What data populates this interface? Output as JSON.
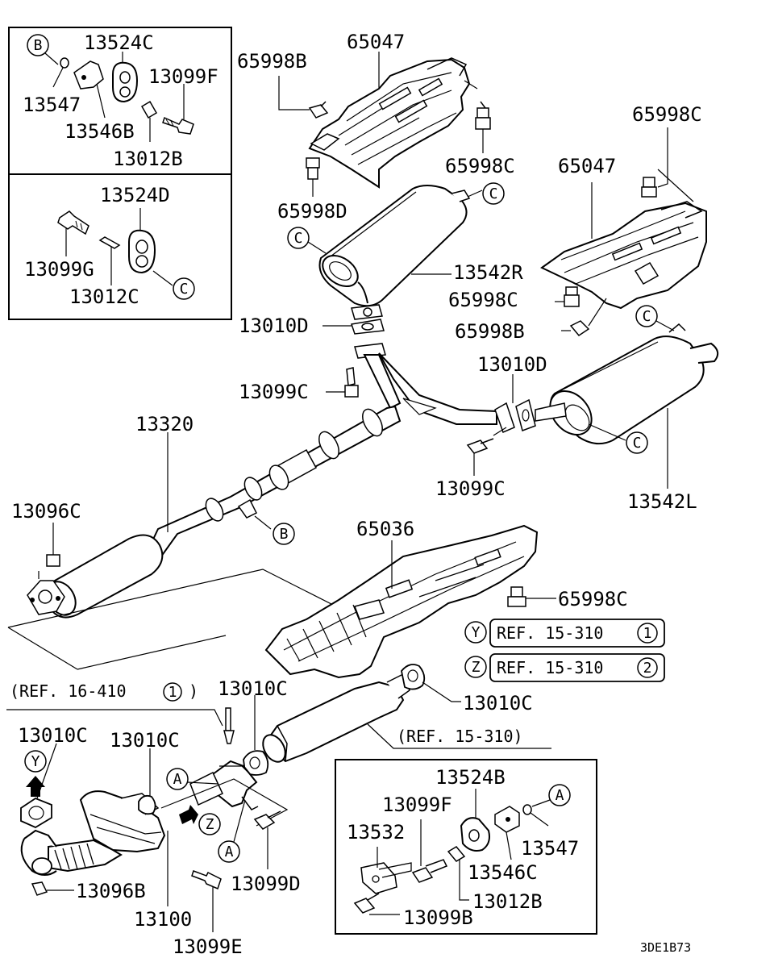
{
  "labels": {
    "box1_13524C": "13524C",
    "box1_13547": "13547",
    "box1_13099F": "13099F",
    "box1_13546B": "13546B",
    "box1_13012B": "13012B",
    "box2_13524D": "13524D",
    "box2_13099G": "13099G",
    "box2_13012C": "13012C",
    "l_65998B_top": "65998B",
    "l_65047_top": "65047",
    "l_65998C_topmid": "65998C",
    "l_65998D": "65998D",
    "l_65998C_topright": "65998C",
    "l_65047_right": "65047",
    "l_13542R": "13542R",
    "l_65998C_mid": "65998C",
    "l_65998B_mid": "65998B",
    "l_13010D_left": "13010D",
    "l_13010D_right": "13010D",
    "l_13099C_left": "13099C",
    "l_13099C_right": "13099C",
    "l_13320": "13320",
    "l_13542L": "13542L",
    "l_13096C": "13096C",
    "l_65036": "65036",
    "l_65998C_low": "65998C",
    "ref_y": "REF. 15-310",
    "ref_y_num": "1",
    "ref_z": "REF. 15-310",
    "ref_z_num": "2",
    "ref_16": "(REF. 16-410",
    "ref_16_num": "1",
    "ref_16_close": ")",
    "l_13010C_top": "13010C",
    "l_13010C_right": "13010C",
    "ref_15_310": "(REF. 15-310)",
    "l_13010C_left": "13010C",
    "l_13010C_left2": "13010C",
    "l_13099D": "13099D",
    "l_13096B": "13096B",
    "l_13100": "13100",
    "l_13099E": "13099E",
    "box3_13524B": "13524B",
    "box3_13099F": "13099F",
    "box3_13532": "13532",
    "box3_13547": "13547",
    "box3_13546C": "13546C",
    "box3_13012B": "13012B",
    "box3_13099B": "13099B",
    "code": "3DE1B73"
  },
  "callouts": {
    "A": "A",
    "B": "B",
    "C": "C",
    "Y": "Y",
    "Z": "Z"
  }
}
